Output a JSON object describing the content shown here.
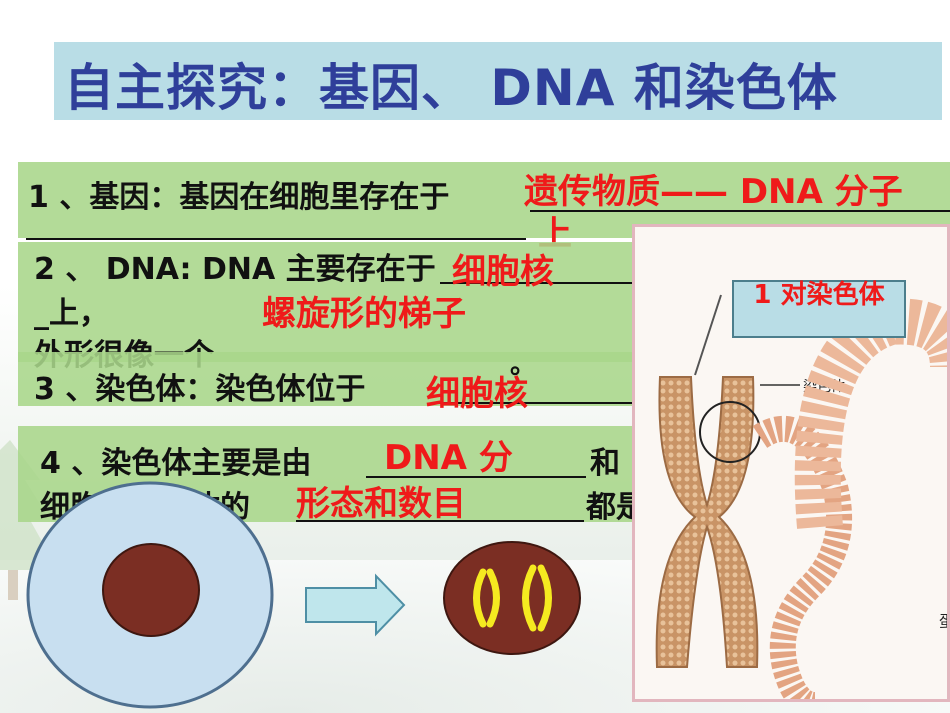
{
  "title": "自主探究：基因、 DNA 和染色体",
  "q1": {
    "text": "1 、基因：基因在细胞里存在于",
    "answer": "遗传物质—— DNA 分子",
    "answer_line2": "上"
  },
  "q2": {
    "text": "2 、 DNA:  DNA 主要存在于",
    "answer_loc": "细胞核",
    "line2": "_上，",
    "answer_shape": "螺旋形的梯子",
    "line3": "外形很像一个"
  },
  "q3": {
    "text": "3 、染色体：染色体位于",
    "answer": "细胞核",
    "end": "。"
  },
  "q4": {
    "text": "4 、染色体主要是由",
    "answer": "DNA 分",
    "and": "和",
    "line2": "细胞中染色体的",
    "answer2": "形态和数目",
    "end2": "都是"
  },
  "figure": {
    "label": "1 对染色体",
    "caption_chromosome": "染色体",
    "edge_char": "蛋"
  },
  "colors": {
    "title": "#2f3f9a",
    "answer": "#ef1a1a",
    "band": "#a8d68a",
    "title_bg": "#b9dde6",
    "nucleus": "#7b2e23",
    "cell": "#c8dff0",
    "chromatid": "#f5ea20"
  }
}
